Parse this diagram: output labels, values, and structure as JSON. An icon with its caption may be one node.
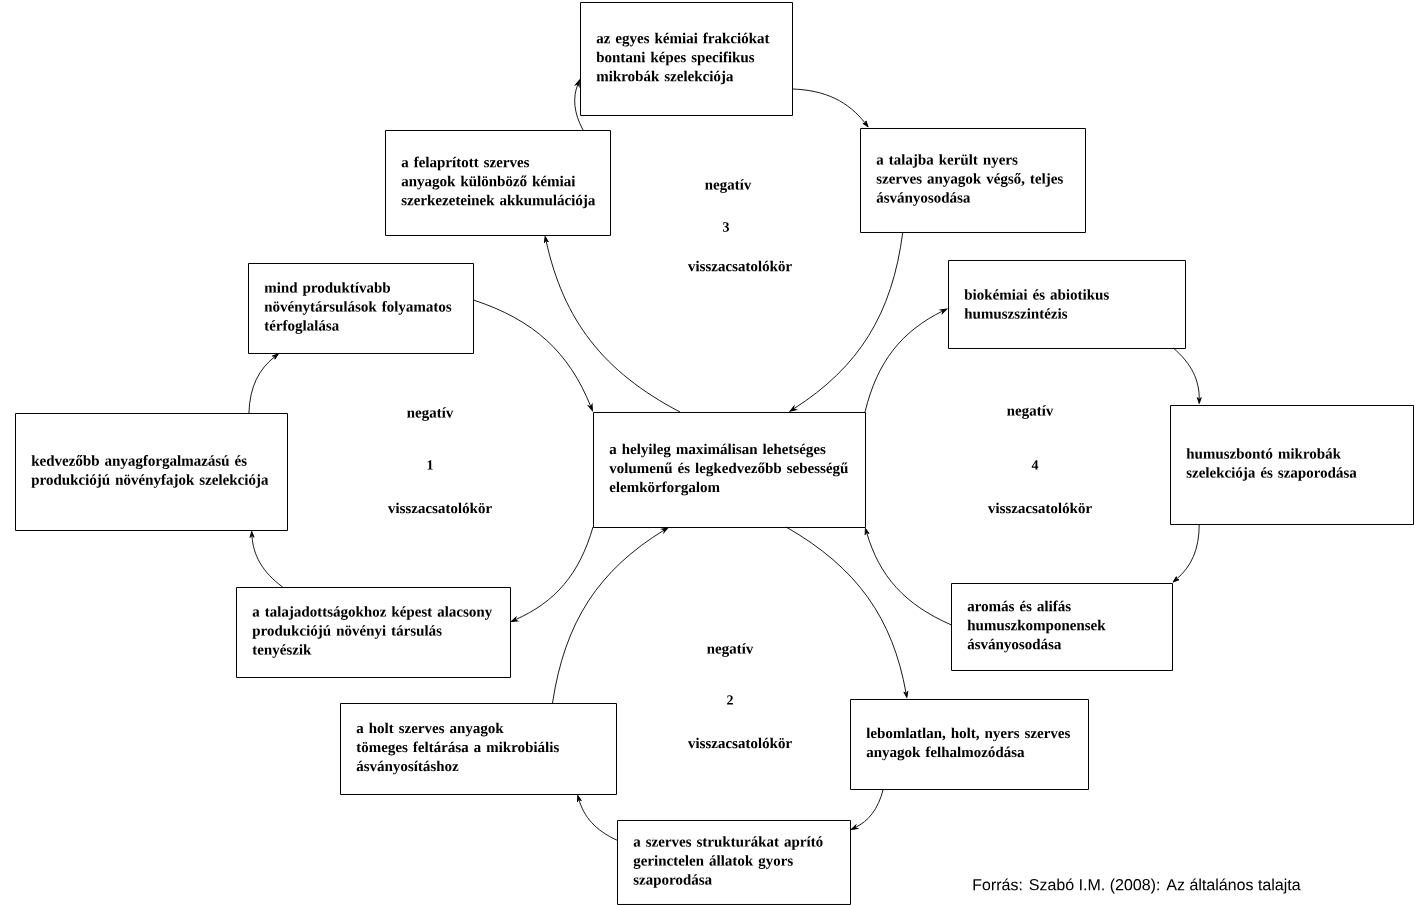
{
  "diagram": {
    "caption": "Forrás: Szabó I.M. (2008): Az általános talajta",
    "nodes": [
      {
        "text": [
          "az egyes kémiai frakciókat bontani képes specifikus mikrobák szelekciója"
        ]
      },
      {
        "text": [
          "a felaprított szerves anyagok különböző kémiai szerkezeteinek akkumulációja"
        ]
      },
      {
        "text": [
          "a talajba került nyers szerves anyagok végső, teljes ásványosodása"
        ]
      },
      {
        "text": [
          "mind produktívabb növénytársulások folyamatos térfoglalása"
        ]
      },
      {
        "text": [
          "biokémiai és abiotikus humuszszintézis"
        ]
      },
      {
        "text": [
          "kedvezőbb anyagforgalmazású és produkciójú növényfajok szelekciója"
        ]
      },
      {
        "text": [
          "a helyileg maximálisan lehetséges volumenű és legkedvezőbb sebességű elemkörforgalom"
        ]
      },
      {
        "text": [
          "humuszbontó mikrobák szelekciója és szaporodása"
        ]
      },
      {
        "text": [
          "a talajadottságokhoz képest alacsony produkciójú növényi társulás tenyészik"
        ]
      },
      {
        "text": [
          "aromás és alifás humuszkomponensek ásványosodása"
        ]
      },
      {
        "text": [
          "a holt szerves anyagok tömeges feltárása a mikrobiális ásványosításhoz"
        ]
      },
      {
        "text": [
          "lebomlatlan, holt, nyers szerves anyagok felhalmozódása"
        ]
      },
      {
        "text": [
          "a szerves strukturákat aprító gerinctelen állatok gyors szaporodása"
        ]
      }
    ],
    "edges": [
      {
        "from": 6,
        "to": 1,
        "arrow": "to"
      },
      {
        "from": 1,
        "to": 0,
        "arrow": "to"
      },
      {
        "from": 0,
        "to": 2,
        "arrow": "to"
      },
      {
        "from": 2,
        "to": 6,
        "arrow": "to"
      },
      {
        "from": 6,
        "to": 8,
        "arrow": "to"
      },
      {
        "from": 8,
        "to": 5,
        "arrow": "to"
      },
      {
        "from": 5,
        "to": 3,
        "arrow": "to"
      },
      {
        "from": 3,
        "to": 6,
        "arrow": "to"
      },
      {
        "from": 6,
        "to": 4,
        "arrow": "to"
      },
      {
        "from": 4,
        "to": 7,
        "arrow": "to"
      },
      {
        "from": 7,
        "to": 9,
        "arrow": "to"
      },
      {
        "from": 9,
        "to": 6,
        "arrow": "to"
      },
      {
        "from": 10,
        "to": 6,
        "arrow": "to"
      },
      {
        "from": 6,
        "to": 11,
        "arrow": "to"
      },
      {
        "from": 11,
        "to": 12,
        "arrow": "to"
      },
      {
        "from": 12,
        "to": 10,
        "arrow": "to"
      }
    ],
    "labels": [
      "negatív",
      "3",
      "visszacsatolókör",
      "negatív",
      "1",
      "visszacsatolókör",
      "negatív",
      "4",
      "visszacsatolókör",
      "negatív",
      "2",
      "visszacsatolókör"
    ]
  }
}
